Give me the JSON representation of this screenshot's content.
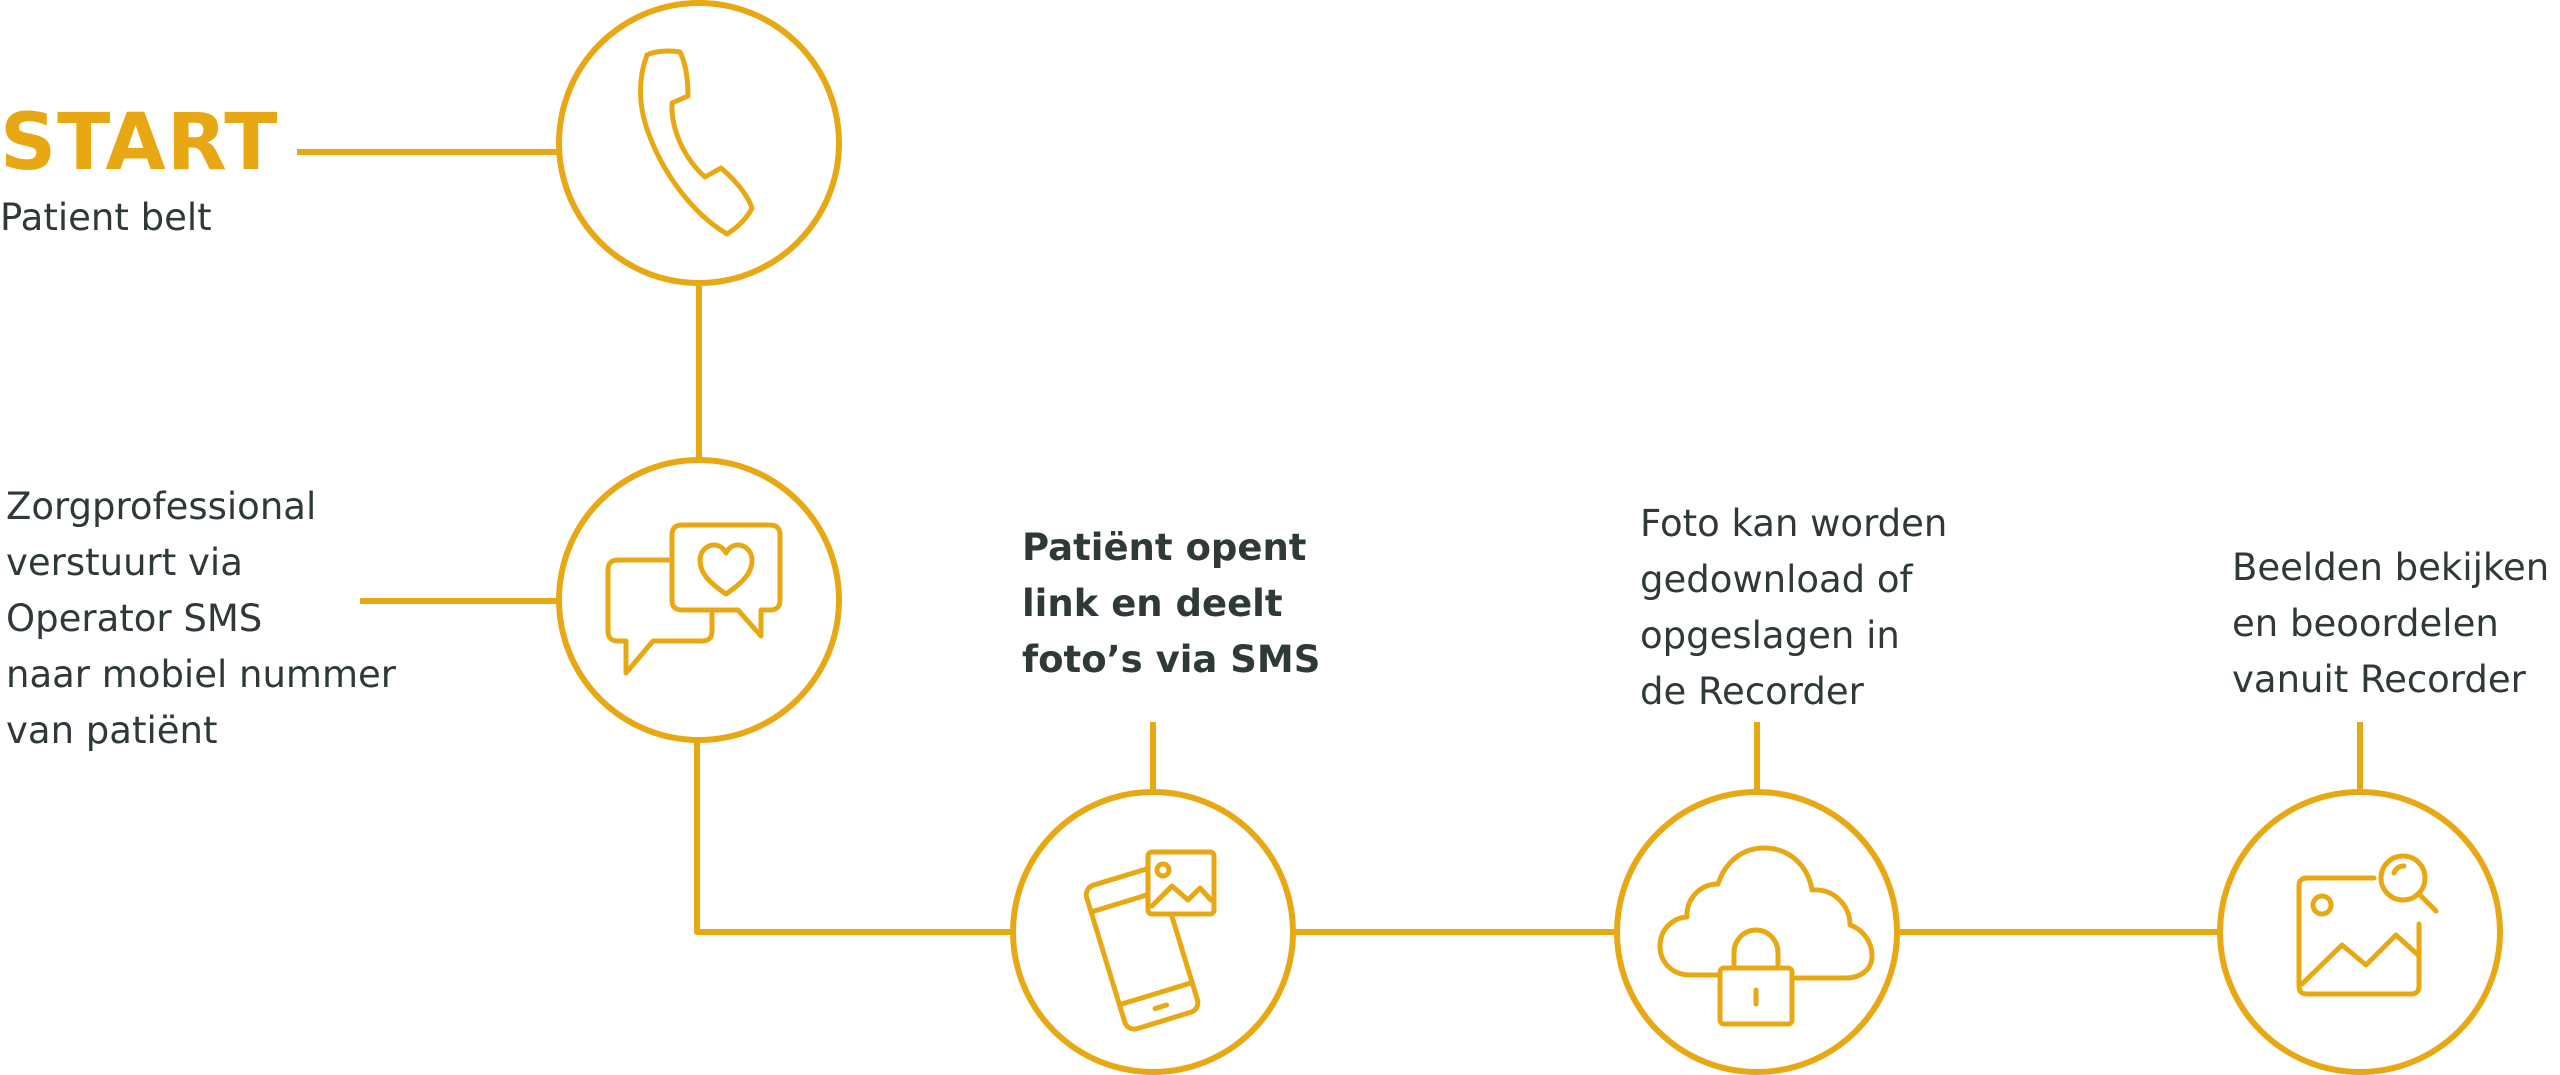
{
  "colors": {
    "accent": "#e8a813",
    "text": "#2f3a36",
    "background": "#ffffff"
  },
  "start": {
    "title": "START",
    "subtitle": "Patient belt",
    "icon": "phone-icon"
  },
  "steps": [
    {
      "icon": "chat-heart-icon",
      "lines": [
        "Zorgprofessional",
        "verstuurt via",
        "Operator SMS",
        "naar mobiel nummer",
        "van patiënt"
      ],
      "emphasis": false
    },
    {
      "icon": "phone-photo-icon",
      "lines": [
        "Patiënt opent",
        "link en deelt",
        "foto’s via SMS"
      ],
      "emphasis": true
    },
    {
      "icon": "cloud-lock-icon",
      "lines": [
        "Foto kan worden",
        "gedownload of",
        "opgeslagen in",
        "de Recorder"
      ],
      "emphasis": false
    },
    {
      "icon": "image-search-icon",
      "lines": [
        "Beelden bekijken",
        "en beoordelen",
        "vanuit Recorder"
      ],
      "emphasis": false
    }
  ]
}
